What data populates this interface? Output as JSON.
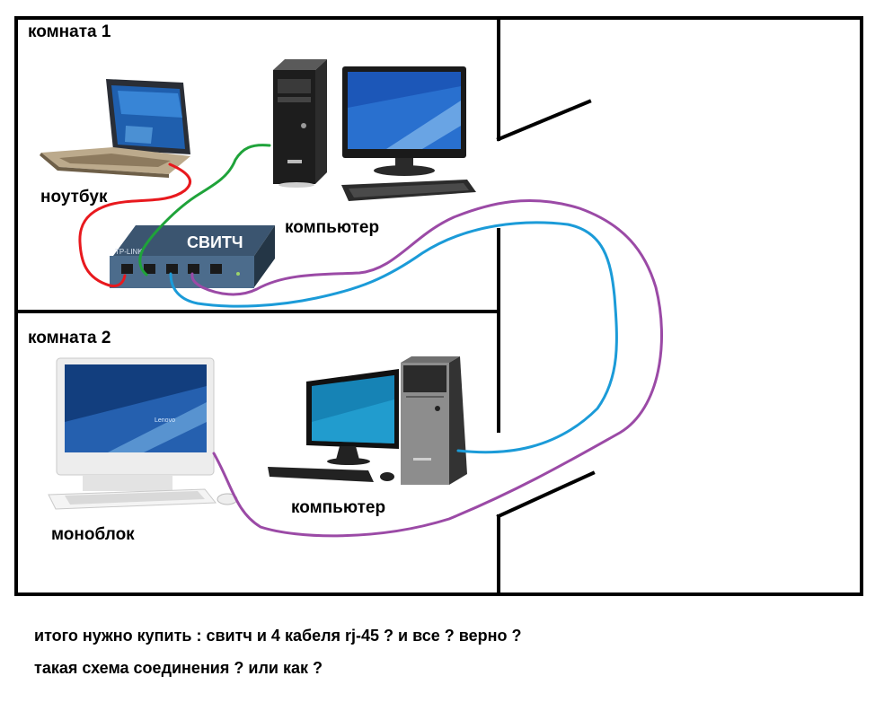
{
  "rooms": {
    "room1": "комната 1",
    "room2": "комната 2"
  },
  "devices": {
    "laptop": "ноутбук",
    "switch": "СВИТЧ",
    "switch_brand": "TP-LINK",
    "computer_room1": "компьютер",
    "monoblock": "моноблок",
    "monoblock_brand": "Lenovo",
    "computer_room2": "компьютер"
  },
  "question": {
    "line1": "итого нужно купить : свитч и 4 кабеля rj-45 ? и все ? верно ?",
    "line2": "такая схема соединения ? или как ?"
  },
  "cables": {
    "laptop": "#e8191e",
    "computer_room1": "#1fa33a",
    "monoblock": "#9b4aa6",
    "computer_room2": "#1b9bd8"
  },
  "icons": [
    "laptop-icon",
    "network-switch-icon",
    "desktop-tower-icon",
    "monitor-icon",
    "keyboard-icon",
    "all-in-one-pc-icon",
    "mouse-icon"
  ]
}
